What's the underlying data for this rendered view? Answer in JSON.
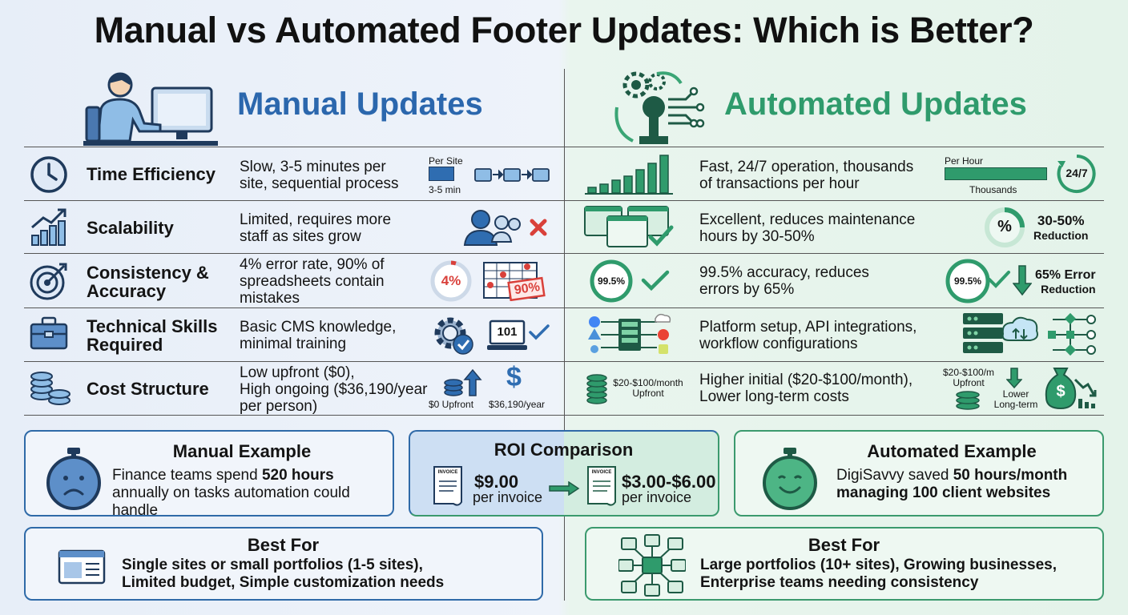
{
  "title": "Manual vs Automated Footer Updates: Which is Better?",
  "manual_heading": "Manual Updates",
  "automated_heading": "Automated Updates",
  "colors": {
    "manual": "#2b67ad",
    "automated": "#2f9b6c",
    "error": "#d9403a"
  },
  "rows": [
    {
      "criterion": "Time Efficiency",
      "manual": {
        "text_1": "Slow, 3-5 minutes per",
        "text_2": "site, sequential process",
        "label_top": "Per Site",
        "label_bottom": "3-5 min"
      },
      "automated": {
        "text_1": "Fast, 24/7 operation, thousands",
        "text_2": "of transactions per hour",
        "label_top": "Per Hour",
        "label_bottom": "Thousands",
        "badge": "24/7"
      }
    },
    {
      "criterion": "Scalability",
      "manual": {
        "text_1": "Limited, requires more",
        "text_2": "staff as sites grow"
      },
      "automated": {
        "text_1": "Excellent, reduces maintenance",
        "text_2": "hours by 30-50%",
        "badge": "%",
        "label_1": "30-50%",
        "label_2": "Reduction"
      }
    },
    {
      "criterion_1": "Consistency &",
      "criterion_2": "Accuracy",
      "manual": {
        "text_1": "4% error rate, 90% of",
        "text_2": "spreadsheets contain",
        "text_3": "mistakes",
        "gauge": "4%",
        "stamp": "90%"
      },
      "automated": {
        "text_1": "99.5% accuracy, reduces",
        "text_2": "errors by 65%",
        "gauge_1": "99.5%",
        "gauge_2": "99.5%",
        "label_1": "65% Error",
        "label_2": "Reduction"
      }
    },
    {
      "criterion_1": "Technical Skills",
      "criterion_2": "Required",
      "manual": {
        "text_1": "Basic CMS knowledge,",
        "text_2": "minimal training",
        "screen": "101"
      },
      "automated": {
        "text_1": "Platform setup, API integrations,",
        "text_2": "workflow configurations"
      }
    },
    {
      "criterion": "Cost Structure",
      "manual": {
        "text_1": "Low upfront ($0),",
        "text_2": "High ongoing ($36,190/year",
        "text_3": "per person)",
        "label_1": "$0 Upfront",
        "label_2": "$36,190/year",
        "dollar": "$"
      },
      "automated": {
        "text_1": "Higher initial ($20-$100/month),",
        "text_2": "Lower long-term costs",
        "left_1": "$20-$100/month",
        "left_2": "Upfront",
        "right_1": "$20-$100/m",
        "right_2": "Upfront",
        "right_3": "Lower",
        "right_4": "Long-term",
        "bag": "$"
      }
    }
  ],
  "manual_example": {
    "title": "Manual Example",
    "line1_pre": "Finance teams spend ",
    "line1_bold": "520 hours",
    "line2": "annually on tasks automation could handle"
  },
  "roi": {
    "title": "ROI Comparison",
    "manual_price": "$9.00",
    "manual_unit": "per invoice",
    "auto_price": "$3.00-$6.00",
    "auto_unit": "per invoice",
    "invoice": "INVOICE"
  },
  "automated_example": {
    "title": "Automated Example",
    "line1_pre": "DigiSavvy saved ",
    "line1_bold": "50 hours/month",
    "line2": "managing 100 client websites"
  },
  "best_manual": {
    "title": "Best For",
    "line1": "Single sites or small portfolios (1-5 sites),",
    "line2": "Limited budget, Simple customization needs"
  },
  "best_auto": {
    "title": "Best For",
    "line1": "Large portfolios (10+ sites), Growing businesses,",
    "line2": "Enterprise teams needing consistency"
  }
}
